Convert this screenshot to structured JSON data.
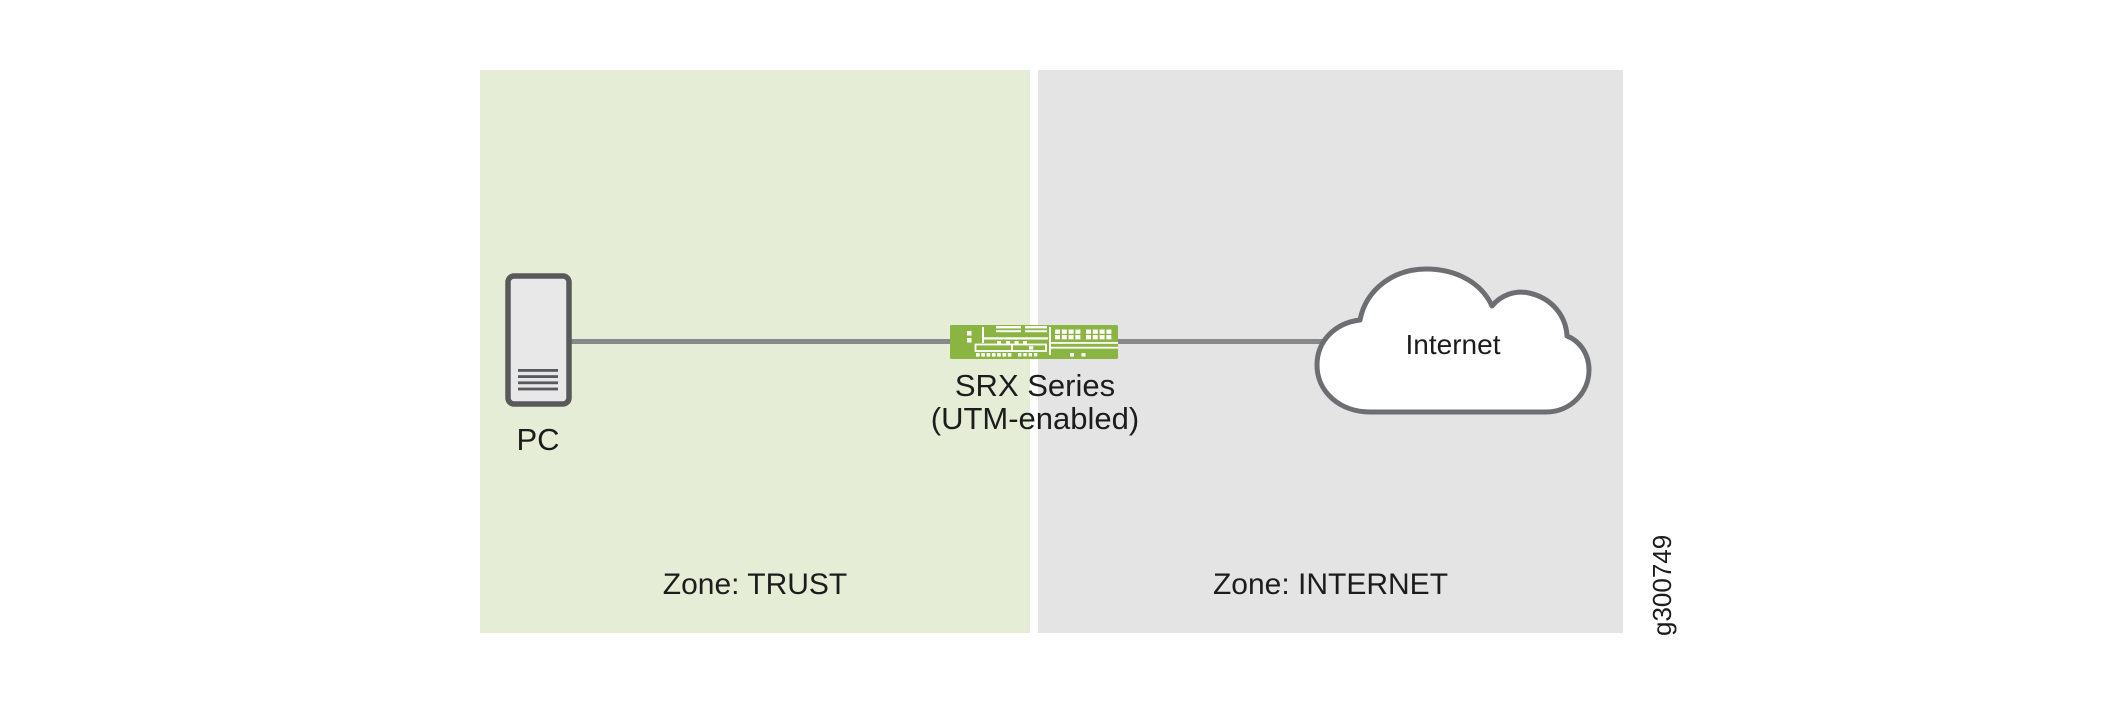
{
  "figure_id": "g300749",
  "zones": {
    "trust": {
      "label": "Zone: TRUST",
      "bg_color": "#e6edd7"
    },
    "internet": {
      "label": "Zone: INTERNET",
      "bg_color": "#e4e4e5"
    }
  },
  "nodes": {
    "pc": {
      "label": "PC",
      "icon": "pc-tower-icon"
    },
    "srx": {
      "label": "SRX Series",
      "sublabel": "(UTM-enabled)",
      "icon": "srx-appliance-icon"
    },
    "cloud": {
      "label": "Internet",
      "icon": "cloud-icon"
    }
  },
  "connections": [
    {
      "from": "pc",
      "to": "srx"
    },
    {
      "from": "srx",
      "to": "cloud"
    }
  ],
  "colors": {
    "srx_green": "#8ab543",
    "connector_gray": "#87888a",
    "outline_gray": "#6d6e71",
    "pc_border_gray": "#58595b",
    "pc_fill": "#e8e8e8",
    "text": "#1c1c1c"
  }
}
